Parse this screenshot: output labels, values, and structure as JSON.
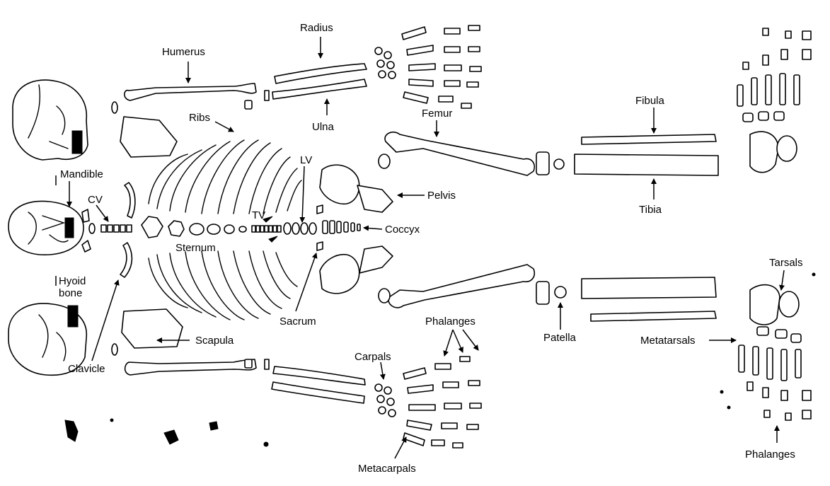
{
  "labels": {
    "radius": "Radius",
    "humerus": "Humerus",
    "ulna": "Ulna",
    "ribs": "Ribs",
    "femur": "Femur",
    "fibula": "Fibula",
    "tibia": "Tibia",
    "lv": "LV",
    "mandible": "Mandible",
    "cv": "CV",
    "pelvis": "Pelvis",
    "tv": "TV",
    "coccyx": "Coccyx",
    "sternum": "Sternum",
    "hyoid": "Hyoid",
    "bone": "bone",
    "sacrum": "Sacrum",
    "tarsals": "Tarsals",
    "phalanges_hand": "Phalanges",
    "patella": "Patella",
    "metatarsals": "Metatarsals",
    "scapula": "Scapula",
    "carpals": "Carpals",
    "clavicle": "Clavicle",
    "metacarpals": "Metacarpals",
    "phalanges_foot": "Phalanges"
  }
}
